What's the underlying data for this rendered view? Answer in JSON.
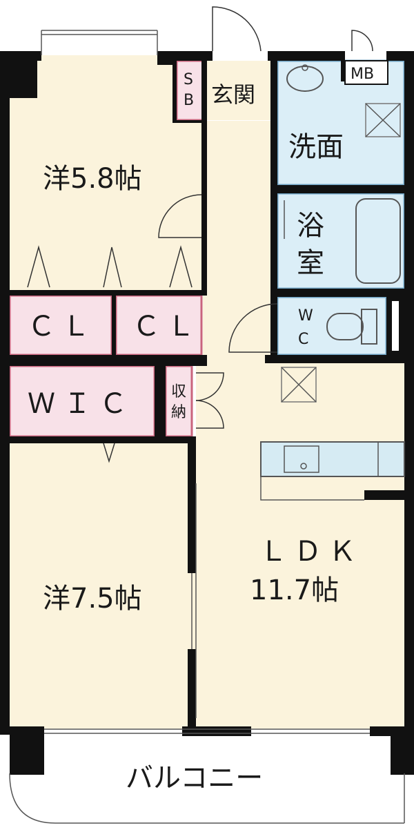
{
  "rooms": {
    "western_upper": "洋5.8帖",
    "western_lower": "洋7.5帖",
    "ldk_line1": "ＬＤＫ",
    "ldk_line2": "11.7帖",
    "closet_left": "ＣＬ",
    "closet_right": "ＣＬ",
    "wic": "ＷＩＣ",
    "storage_1": "収",
    "storage_2": "納",
    "shoe_box_1": "S",
    "shoe_box_2": "B",
    "entrance": "玄関",
    "washroom": "洗面",
    "bath_1": "浴",
    "bath_2": "室",
    "wc_1": "W",
    "wc_2": "C",
    "meter_box": "MB",
    "balcony": "バルコニー"
  },
  "colors": {
    "room_floor": "#fbf3dc",
    "closet_pink": "#f8e1e8",
    "closet_border": "#c9647d",
    "water_blue": "#dbeef7",
    "water_border": "#6fa3c3",
    "wall": "#111111",
    "kitchen": "#d6ebf3"
  }
}
